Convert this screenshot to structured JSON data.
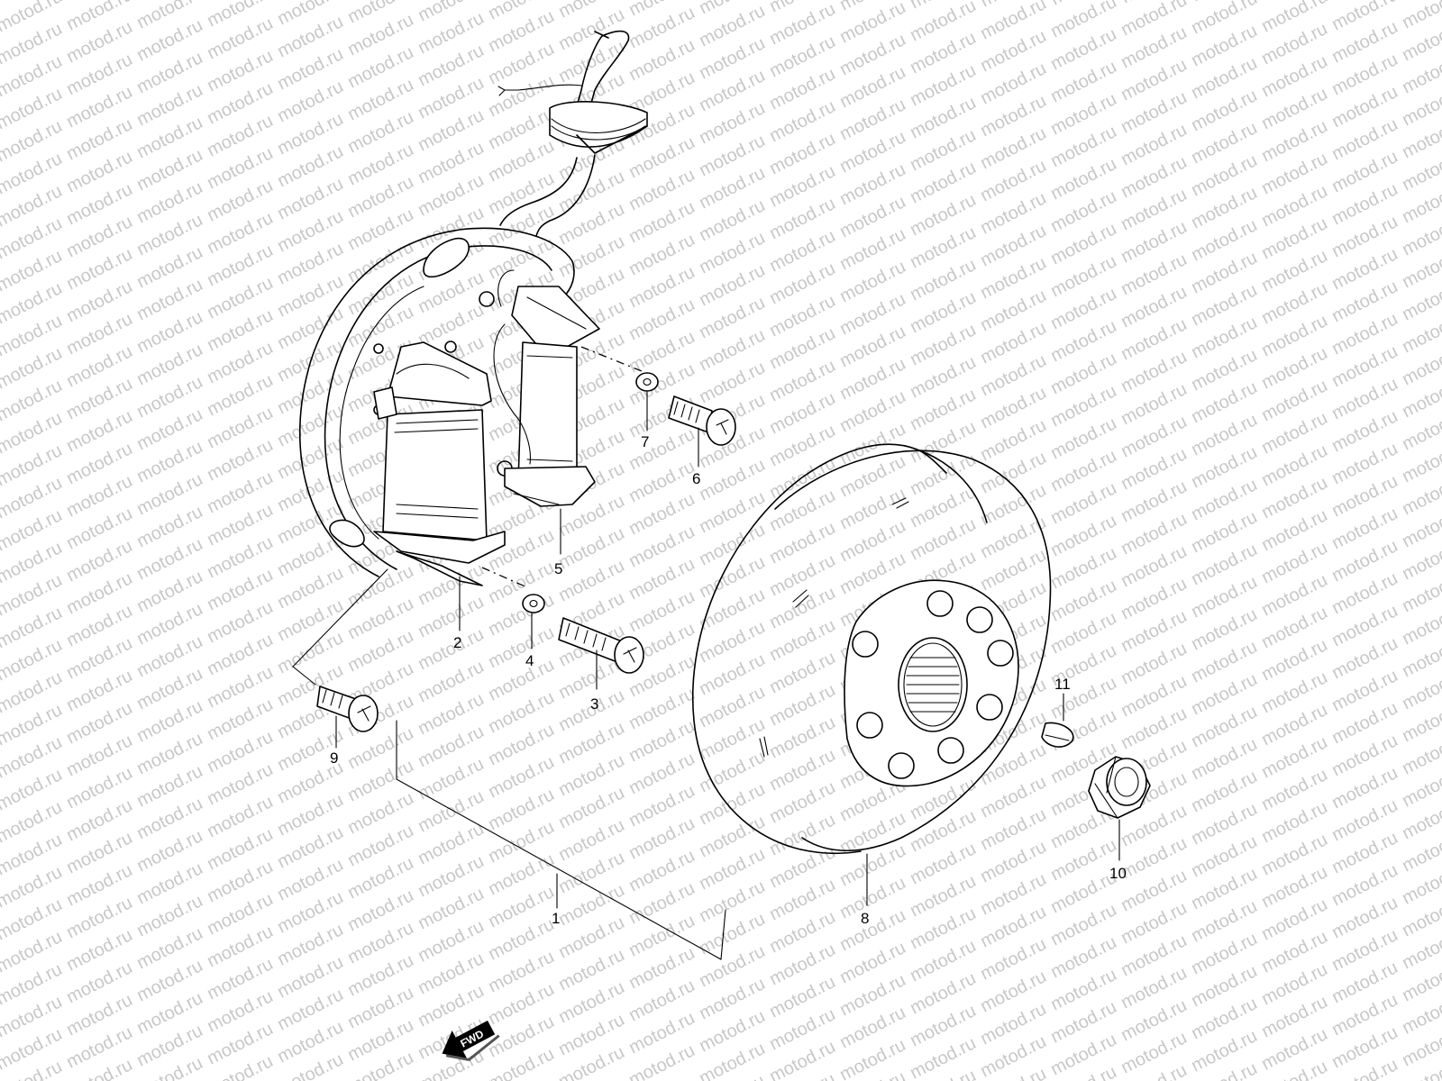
{
  "watermark": {
    "text": "motod.ru",
    "color": "#c8c8c8"
  },
  "callouts": [
    {
      "id": "1",
      "label": "1",
      "part": "stator-assembly"
    },
    {
      "id": "2",
      "label": "2",
      "part": "pickup-coil"
    },
    {
      "id": "3",
      "label": "3",
      "part": "screw"
    },
    {
      "id": "4",
      "label": "4",
      "part": "washer"
    },
    {
      "id": "5",
      "label": "5",
      "part": "charging-coil"
    },
    {
      "id": "6",
      "label": "6",
      "part": "screw"
    },
    {
      "id": "7",
      "label": "7",
      "part": "washer"
    },
    {
      "id": "8",
      "label": "8",
      "part": "rotor-flywheel"
    },
    {
      "id": "9",
      "label": "9",
      "part": "screw"
    },
    {
      "id": "10",
      "label": "10",
      "part": "nut"
    },
    {
      "id": "11",
      "label": "11",
      "part": "woodruff-key"
    }
  ],
  "direction_arrow": {
    "label": "FWD"
  }
}
